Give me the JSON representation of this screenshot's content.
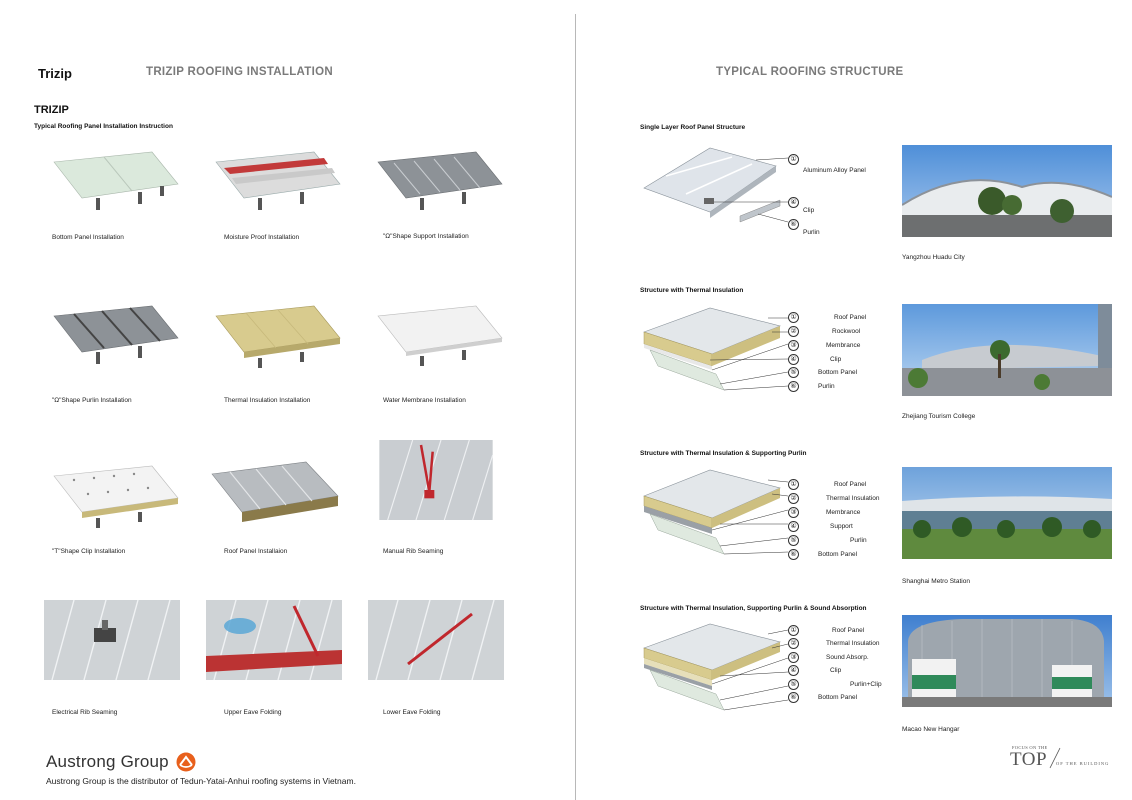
{
  "header": {
    "brand": "Trizip",
    "left_title": "TRIZIP ROOFING INSTALLATION",
    "right_title": "TYPICAL ROOFING STRUCTURE"
  },
  "left": {
    "section_title": "TRIZIP",
    "section_subtitle": "Typical Roofing Panel Installation Instruction",
    "steps": [
      {
        "caption": "Bottom Panel Installation"
      },
      {
        "caption": "Moisture Proof Installation"
      },
      {
        "caption": "\"Ω\"Shape Support Installation"
      },
      {
        "caption": "\"Ω\"Shape Purlin Installation"
      },
      {
        "caption": "Thermal Insulation Installation"
      },
      {
        "caption": "Water Membrane Installation"
      },
      {
        "caption": "\"T\"Shape Clip Installation"
      },
      {
        "caption": "Roof Panel Installaion"
      },
      {
        "caption": "Manual Rib Seaming"
      },
      {
        "caption": "Electrical Rib Seaming"
      },
      {
        "caption": "Upper Eave Folding"
      },
      {
        "caption": "Lower Eave Folding"
      }
    ]
  },
  "structures": [
    {
      "title": "Single Layer Roof Panel Structure",
      "callouts": [
        {
          "num": "①",
          "label": "Aluminum Alloy Panel"
        },
        {
          "num": "④",
          "label": "Clip"
        },
        {
          "num": "⑥",
          "label": "Purlin"
        }
      ],
      "photo_caption": "Yangzhou Huadu City"
    },
    {
      "title": "Structure with Thermal Insulation",
      "callouts": [
        {
          "num": "①",
          "label": "Roof Panel"
        },
        {
          "num": "②",
          "label": "Rockwool"
        },
        {
          "num": "③",
          "label": "Membrance"
        },
        {
          "num": "④",
          "label": "Clip"
        },
        {
          "num": "⑤",
          "label": "Bottom Panel"
        },
        {
          "num": "⑥",
          "label": "Purlin"
        }
      ],
      "photo_caption": "Zhejiang Tourism College"
    },
    {
      "title": "Structure with Thermal Insulation & Supporting Purlin",
      "callouts": [
        {
          "num": "①",
          "label": "Roof Panel"
        },
        {
          "num": "②",
          "label": "Thermal Insulation"
        },
        {
          "num": "③",
          "label": "Membrance"
        },
        {
          "num": "④",
          "label": "Support"
        },
        {
          "num": "⑤",
          "label": "Purlin"
        },
        {
          "num": "⑥",
          "label": "Bottom Panel"
        }
      ],
      "photo_caption": "Shanghai Metro Station"
    },
    {
      "title": "Structure with Thermal Insulation, Supporting Purlin & Sound Absorption",
      "callouts": [
        {
          "num": "①",
          "label": "Roof Panel"
        },
        {
          "num": "②",
          "label": "Thermal Insulation"
        },
        {
          "num": "③",
          "label": "Sound Absorp."
        },
        {
          "num": "④",
          "label": "Clip"
        },
        {
          "num": "⑤",
          "label": "Purlin+Clip"
        },
        {
          "num": "⑥",
          "label": "Bottom Panel"
        }
      ],
      "photo_caption": "Macao New Hangar"
    }
  ],
  "footer": {
    "company": "Austrong Group",
    "note": "Austrong Group is the distributor of Tedun-Yatai-Anhui roofing systems in Vietnam.",
    "top_logo_small": "FOCUS ON THE",
    "top_logo_big": "TOP",
    "top_logo_tail": "OF THE BUILDING"
  },
  "colors": {
    "accent_orange": "#e8601c",
    "header_grey": "#7a7a7a",
    "panel_grey": "#c9ced3",
    "insulation": "#d8cb8e"
  }
}
